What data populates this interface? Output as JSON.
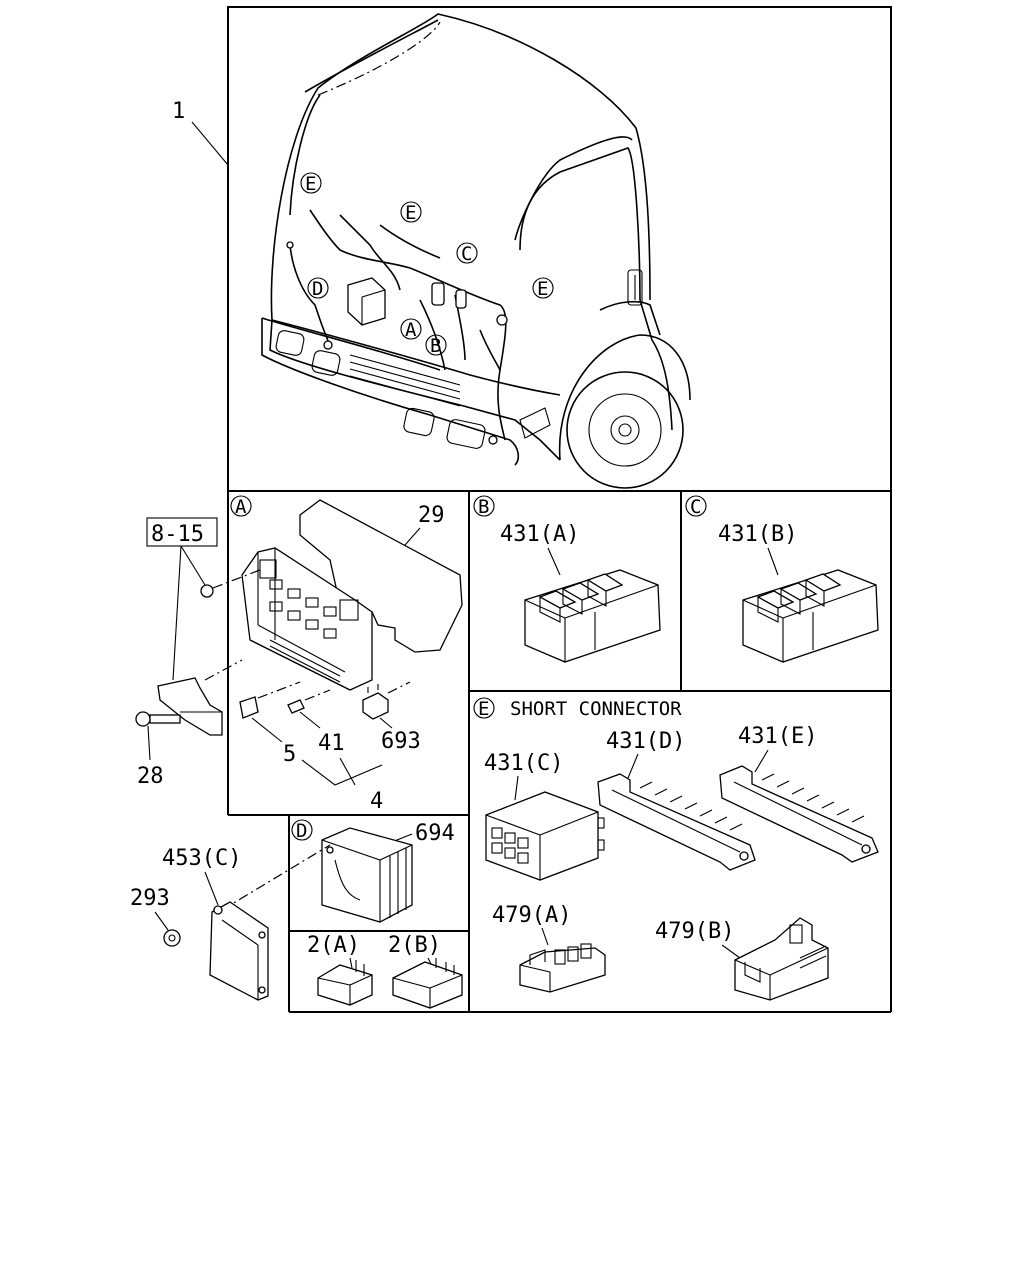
{
  "callouts": {
    "harness": "1",
    "fastener_ref": "8-15",
    "bolt": "28",
    "cover": "29",
    "fuse_small": "5",
    "fuse_mini": "41",
    "fuse_set": "4",
    "relay_693": "693",
    "ecu": "694",
    "bracket": "453(C)",
    "nut": "293",
    "relay_2a": "2(A)",
    "relay_2b": "2(B)",
    "conn_431a": "431(A)",
    "conn_431b": "431(B)",
    "conn_431c": "431(C)",
    "conn_431d": "431(D)",
    "conn_431e": "431(E)",
    "conn_479a": "479(A)",
    "conn_479b": "479(B)"
  },
  "detail_markers": {
    "A": "A",
    "B": "B",
    "C": "C",
    "D": "D",
    "E": "E"
  },
  "panels": {
    "e_title": "SHORT CONNECTOR"
  }
}
